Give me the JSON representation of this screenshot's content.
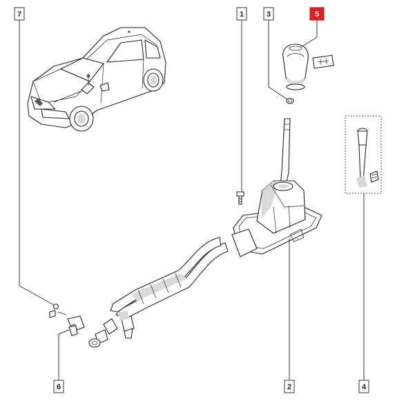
{
  "callouts": [
    {
      "id": "7",
      "label": "7",
      "highlight": false
    },
    {
      "id": "1",
      "label": "1",
      "highlight": false
    },
    {
      "id": "3",
      "label": "3",
      "highlight": false
    },
    {
      "id": "5",
      "label": "5",
      "highlight": true
    },
    {
      "id": "4",
      "label": "4",
      "highlight": false
    },
    {
      "id": "6",
      "label": "6",
      "highlight": false
    },
    {
      "id": "2",
      "label": "2",
      "highlight": false
    }
  ],
  "colors": {
    "highlight_box": "#e02020",
    "line": "#222222"
  }
}
